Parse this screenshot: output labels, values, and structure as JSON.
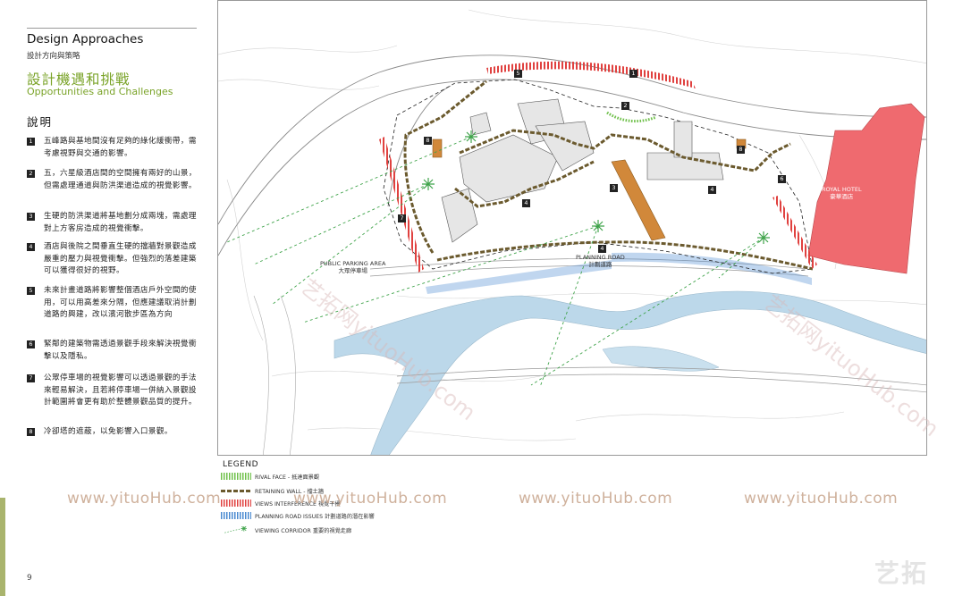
{
  "sidebar": {
    "title": "Design Approaches",
    "subtitle": "設計方向與策略",
    "green_title": "設計機遇和挑戰",
    "green_subtitle": "Opportunities and Challenges",
    "explain_heading": "說明",
    "notes": [
      {
        "num": "1",
        "text": "五峰路與基地間沒有足夠的綠化緩衝帶，需考慮視野與交通的影響。"
      },
      {
        "num": "2",
        "text": "五，六星級酒店間的空間擁有兩好的山景，但需處理通道與防洪渠道造成的視覺影響。"
      },
      {
        "num": "3",
        "text": "生硬的防洪渠道將基地劃分成兩塊，需處理對上方客房造成的視覺衝擊。"
      },
      {
        "num": "4",
        "text": "酒店與後院之間垂直生硬的擋牆對景觀造成嚴重的壓力與視覺衝擊。但強烈的落差建築可以獲得很好的視野。"
      },
      {
        "num": "5",
        "text": "未來計畫道路將影響整個酒店戶外空間的使用，可以用高差來分隔，但應建議取消計劃道路的興建，改以濱河散步區為方向"
      },
      {
        "num": "6",
        "text": "緊鄰的建築物需透過景觀手段來解決視覺衝擊以及隱私。"
      },
      {
        "num": "7",
        "text": "公眾停車場的視覺影響可以透過景觀的手法來輕易解決，且若將停車場一併納入景觀設計範圍將會更有助於整體景觀品質的提升。"
      },
      {
        "num": "8",
        "text": "冷卻塔的遮蔽，以免影響入口景觀。"
      }
    ],
    "page_number": "9"
  },
  "map": {
    "labels": {
      "royal_hotel_en": "ROYAL HOTEL",
      "royal_hotel_zh": "豪華酒店",
      "public_parking_en": "PUBLIC PARKING AREA",
      "public_parking_zh": "大眾停車場",
      "planning_road_en": "PLANNING ROAD",
      "planning_road_zh": "計劃道路"
    },
    "markers": [
      {
        "id": "m1",
        "num": "1"
      },
      {
        "id": "m2",
        "num": "2"
      },
      {
        "id": "m3",
        "num": "3"
      },
      {
        "id": "m4a",
        "num": "4"
      },
      {
        "id": "m4b",
        "num": "4"
      },
      {
        "id": "m4c",
        "num": "4"
      },
      {
        "id": "m5a",
        "num": "5"
      },
      {
        "id": "m5b",
        "num": "5"
      },
      {
        "id": "m6",
        "num": "6"
      },
      {
        "id": "m7",
        "num": "7"
      },
      {
        "id": "m8a",
        "num": "8"
      },
      {
        "id": "m8b",
        "num": "8"
      }
    ],
    "colors": {
      "rival_face": "#6fc04a",
      "retaining_wall": "#6b5a2e",
      "views_interference": "#e0413f",
      "planning_road_issues": "#4a8ad0",
      "viewing_corridor": "#3fa34a",
      "royal_hotel_fill": "#ef6a6f"
    }
  },
  "legend": {
    "title": "LEGEND",
    "items": [
      {
        "key": "rival_face",
        "text": "RIVAL FACE - 抵達面景觀"
      },
      {
        "key": "retaining_wall",
        "text": "RETAINING WALL - 擋土牆"
      },
      {
        "key": "views_interference",
        "text": "VIEWS INTERFERENCE 視覺干擾"
      },
      {
        "key": "planning_road_issues",
        "text": "PLANNING ROAD ISSUES 計劃道路的潛在影響"
      },
      {
        "key": "viewing_corridor",
        "text": "VIEWING CORRIDOR 重要的視覺走廊"
      }
    ]
  },
  "watermarks": {
    "text": "www.yituoHub.com",
    "diagonal": "艺拓网yituoHub.com",
    "logo": "艺拓"
  }
}
